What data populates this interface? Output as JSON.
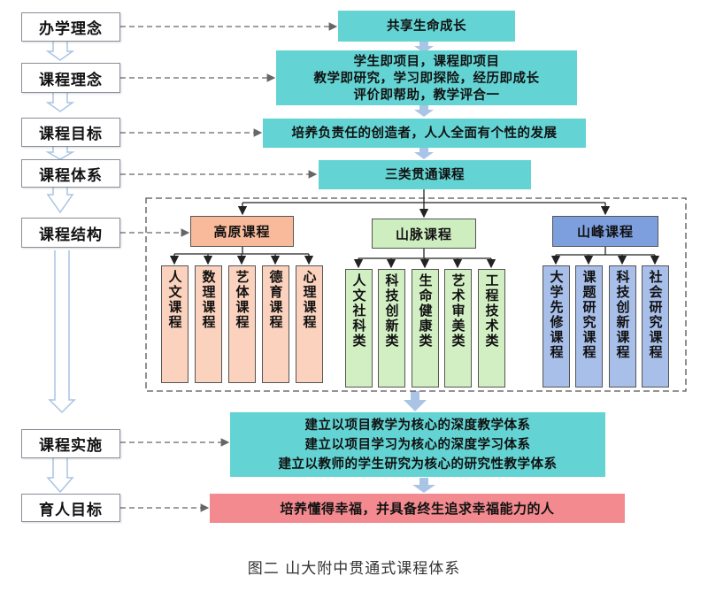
{
  "left_labels": [
    "办学理念",
    "课程理念",
    "课程目标",
    "课程体系",
    "课程结构",
    "课程实施",
    "育人目标"
  ],
  "philosophy": "共享生命成长",
  "curriculum_idea": [
    "学生即项目，课程即项目",
    "教学即研究，学习即探险，经历即成长",
    "评价即帮助，教学评合一"
  ],
  "goal": "培养负责任的创造者，人人全面有个性的发展",
  "system": "三类贯通课程",
  "categories": [
    {
      "name": "高原课程",
      "subs": [
        "人文课程",
        "数理课程",
        "艺体课程",
        "德育课程",
        "心理课程"
      ]
    },
    {
      "name": "山脉课程",
      "subs": [
        "人文社科类",
        "科技创新类",
        "生命健康类",
        "艺术审美类",
        "工程技术类"
      ]
    },
    {
      "name": "山峰课程",
      "subs": [
        "大学先修课程",
        "课题研究课程",
        "科技创新课程",
        "社会研究课程"
      ]
    }
  ],
  "implementation": [
    "建立以项目教学为核心的深度教学体系",
    "建立以项目学习为核心的深度学习体系",
    "建立以教师的学生研究为核心的研究性教学体系"
  ],
  "education_goal": "培养懂得幸福，并具备终生追求幸福能力的人",
  "caption": "图二  山大附中贯通式课程体系",
  "colors": {
    "teal": "#63d3d3",
    "pink": "#f28a8f",
    "orange": "#f9b99b",
    "green": "#cfeec0",
    "blue": "#7d9fde",
    "arrow": "#a9c4e4"
  }
}
